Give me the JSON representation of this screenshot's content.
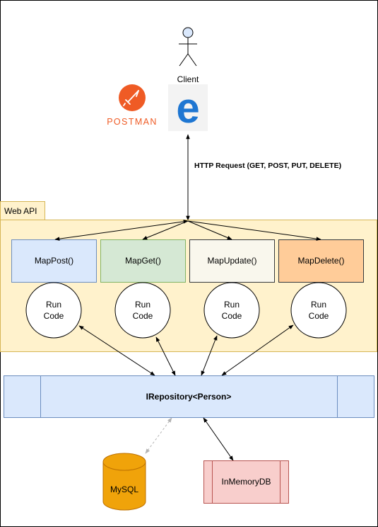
{
  "client": {
    "label": "Client"
  },
  "postman": {
    "label": "POSTMAN",
    "color": "#ef5b25"
  },
  "browser": {
    "icon": "edge-browser-icon",
    "color": "#1e76d2"
  },
  "request": {
    "label": "HTTP Request (GET, POST, PUT, DELETE)"
  },
  "webapi": {
    "label": "Web API",
    "colors": {
      "fill": "#fff2cc",
      "stroke": "#d6b656"
    },
    "endpoints": [
      {
        "label": "MapPost()",
        "fill": "#dae8fc",
        "stroke": "#6c8ebf"
      },
      {
        "label": "MapGet()",
        "fill": "#d5e8d4",
        "stroke": "#82b366"
      },
      {
        "label": "MapUpdate()",
        "fill": "#f9f7ed",
        "stroke": "#36393d"
      },
      {
        "label": "MapDelete()",
        "fill": "#ffcc99",
        "stroke": "#36393d"
      }
    ],
    "run_code": {
      "line1": "Run",
      "line2": "Code"
    }
  },
  "repository": {
    "label": "IRepository<Person>",
    "fill": "#dae8fc",
    "stroke": "#6c8ebf"
  },
  "mysql": {
    "label": "MySQL",
    "fill": "#f0a30a",
    "stroke": "#bd7000"
  },
  "inmemory": {
    "label": "InMemoryDB",
    "fill": "#f8cecc",
    "stroke": "#b85450"
  }
}
